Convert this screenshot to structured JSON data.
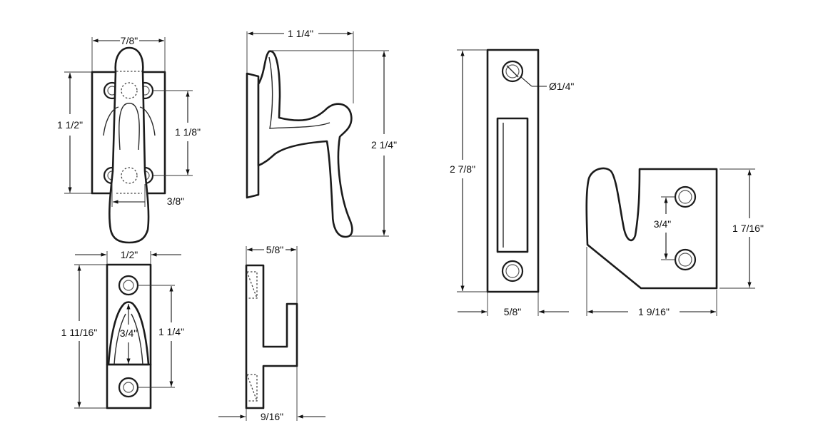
{
  "colors": {
    "ink": "#1b1b1b",
    "background": "#ffffff"
  },
  "views": {
    "front_latch": {
      "width": "7/8\"",
      "height": "1 1/2\"",
      "hole_spacing": "1 1/8\"",
      "hole_offset": "3/8\""
    },
    "side_latch": {
      "depth": "1 1/4\"",
      "height": "2 1/4\""
    },
    "front_keeper": {
      "width": "1/2\"",
      "height": "1 11/16\"",
      "hole_spacing": "1 1/4\"",
      "slot_length": "3/4\""
    },
    "side_keeper": {
      "top_width": "5/8\"",
      "bottom_width": "9/16\""
    },
    "strike_plate": {
      "height": "2 7/8\"",
      "hole_dia": "Ø1/4\"",
      "width": "5/8\""
    },
    "hook_plate": {
      "hole_spacing": "3/4\"",
      "height": "1  7/16\"",
      "width": "1  9/16\""
    }
  }
}
